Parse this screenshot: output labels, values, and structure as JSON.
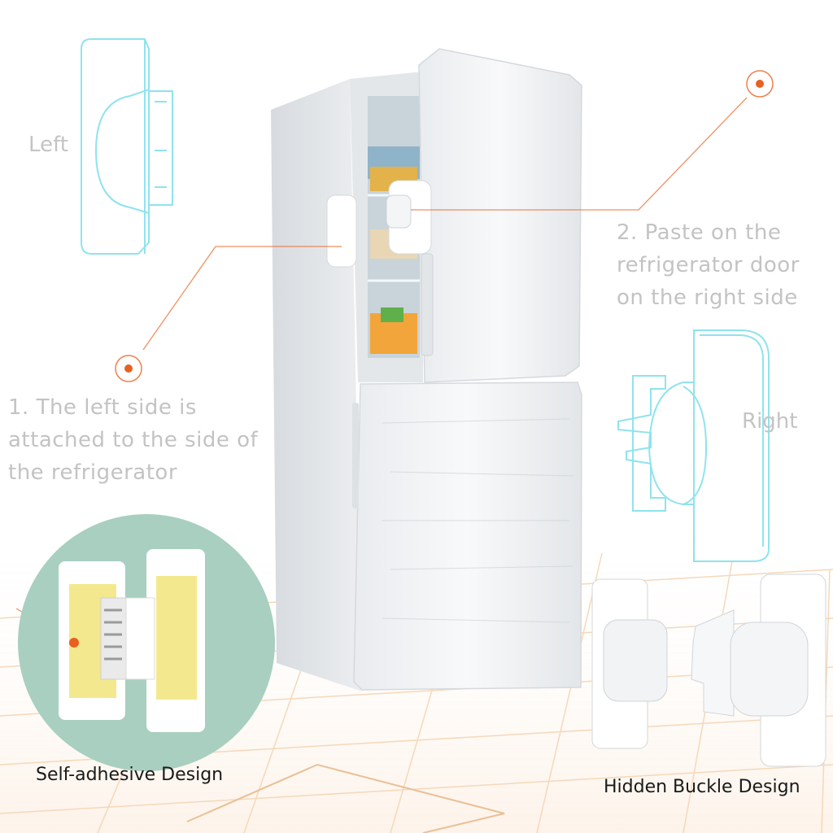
{
  "labels": {
    "left": "Left",
    "right": "Right",
    "step_right": "2. Paste on the refrigerator door on the right side",
    "step_left": "1. The left side is attached to the side of the refrigerator"
  },
  "captions": {
    "self_adhesive": "Self-adhesive Design",
    "hidden_buckle": "Hidden Buckle Design"
  },
  "colors": {
    "accent_orange": "#e8611f",
    "outline_cyan": "#8fe3ee",
    "badge_green": "#a8cfbf",
    "adhesive_yellow": "#f4e88f",
    "floor_grid": "#f2cba3"
  }
}
